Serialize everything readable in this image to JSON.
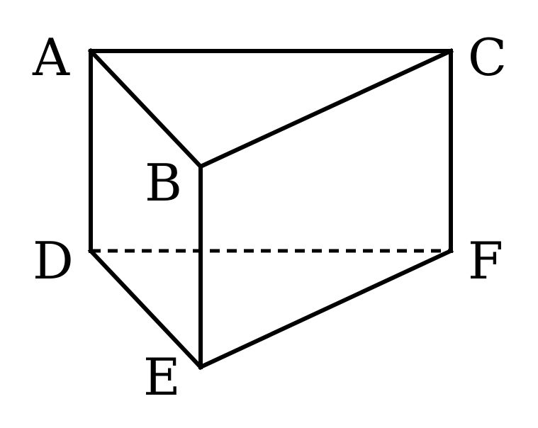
{
  "vertices": {
    "A": "A",
    "B": "B",
    "C": "C",
    "D": "D",
    "E": "E",
    "F": "F"
  }
}
